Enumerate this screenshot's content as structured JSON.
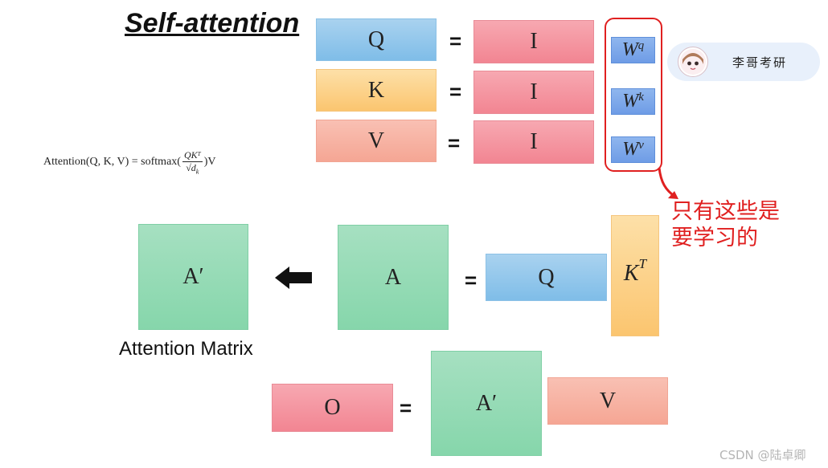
{
  "title": "Self-attention",
  "formula": {
    "lhs": "Attention(Q, K, V) = softmax(",
    "num": "QK",
    "num_sup": "T",
    "den": "√d",
    "den_sub": "k",
    "rhs": ")V"
  },
  "rows": [
    {
      "left": "Q",
      "eq": "=",
      "right": "I",
      "w": "W",
      "w_sup": "q"
    },
    {
      "left": "K",
      "eq": "=",
      "right": "I",
      "w": "W",
      "w_sup": "k"
    },
    {
      "left": "V",
      "eq": "=",
      "right": "I",
      "w": "W",
      "w_sup": "v"
    }
  ],
  "badge": {
    "name": "李哥考研"
  },
  "note": {
    "line1": "只有这些是",
    "line2": "要学习的"
  },
  "middle": {
    "a_prime": "A′",
    "a": "A",
    "eq": "=",
    "q": "Q",
    "kt": "K",
    "kt_sup": "T",
    "caption": "Attention Matrix"
  },
  "bottom": {
    "o": "O",
    "eq": "=",
    "a_prime": "A′",
    "v": "V"
  },
  "watermark": "CSDN @陆卓卿",
  "colors": {
    "red_outline": "#e02020",
    "note_text": "#e02020"
  }
}
